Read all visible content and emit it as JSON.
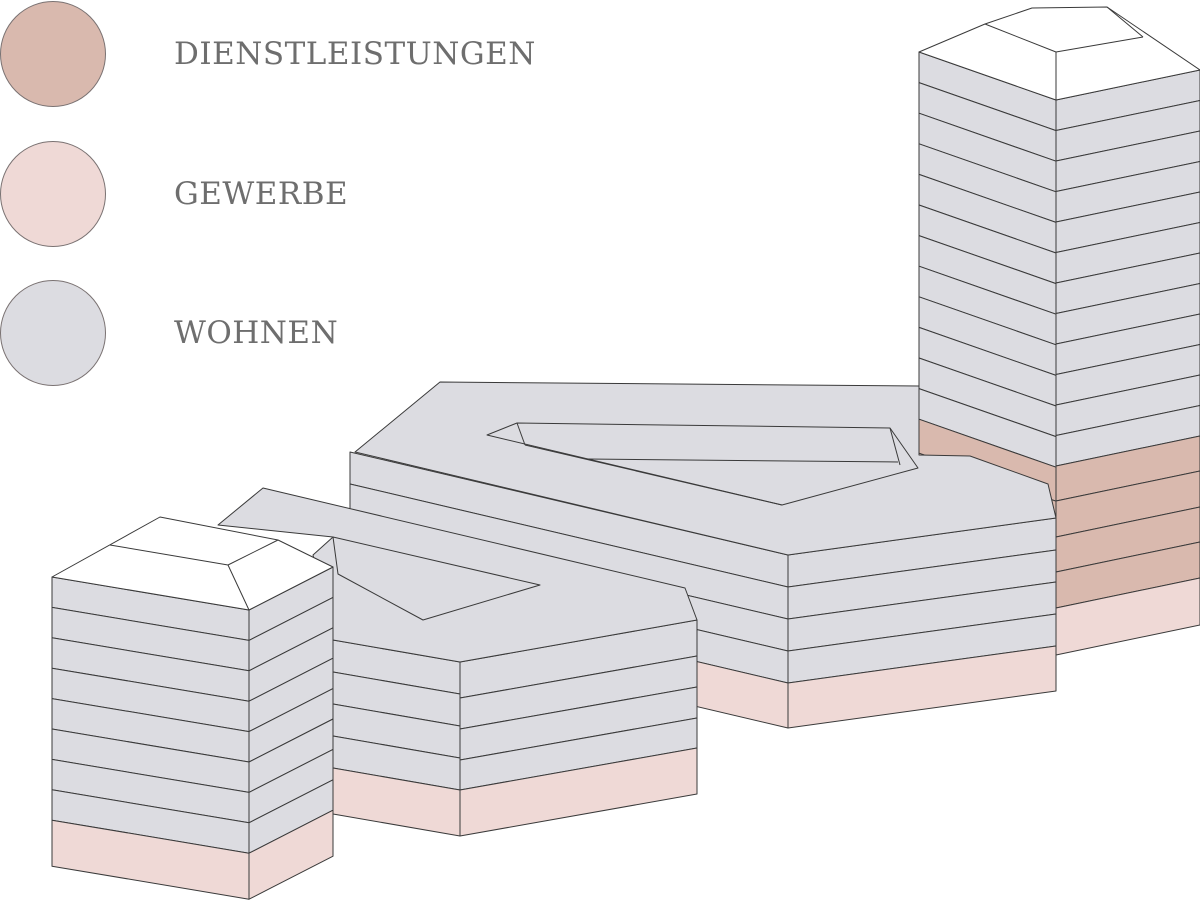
{
  "legend": [
    {
      "label": "DIENSTLEISTUNGEN",
      "color": "#d9b9ae"
    },
    {
      "label": "GEWERBE",
      "color": "#efd9d6"
    },
    {
      "label": "WOHNEN",
      "color": "#dcdce1"
    }
  ],
  "colors": {
    "roof": "#ffffff",
    "stroke": "#3a3a3a"
  }
}
